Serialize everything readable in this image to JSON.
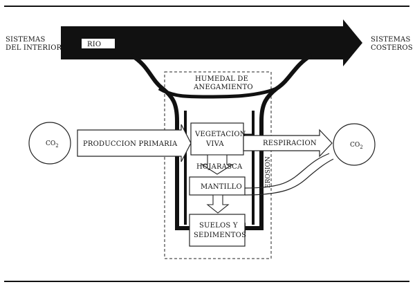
{
  "labels": {
    "sistemas_interior_1": "SISTEMAS",
    "sistemas_interior_2": "DEL INTERIOR",
    "sistemas_costeros_1": "SISTEMAS",
    "sistemas_costeros_2": "COSTEROS",
    "rio": "RIO",
    "humedal_1": "HUMEDAL DE",
    "humedal_2": "ANEGAMIENTO",
    "co2_left": "CO",
    "co2_left_sub": "2",
    "co2_right": "CO",
    "co2_right_sub": "2",
    "produccion_primaria": "PRODUCCION PRIMARIA",
    "vegetacion_1": "VEGETACION",
    "vegetacion_2": "VIVA",
    "respiracion": "RESPIRACION",
    "hojarasca": "HOJARASCA",
    "mantillo": "MANTILLO",
    "erosion": "EROSION",
    "suelos_1": "SUELOS Y",
    "suelos_2": "SEDIMENTOS"
  }
}
